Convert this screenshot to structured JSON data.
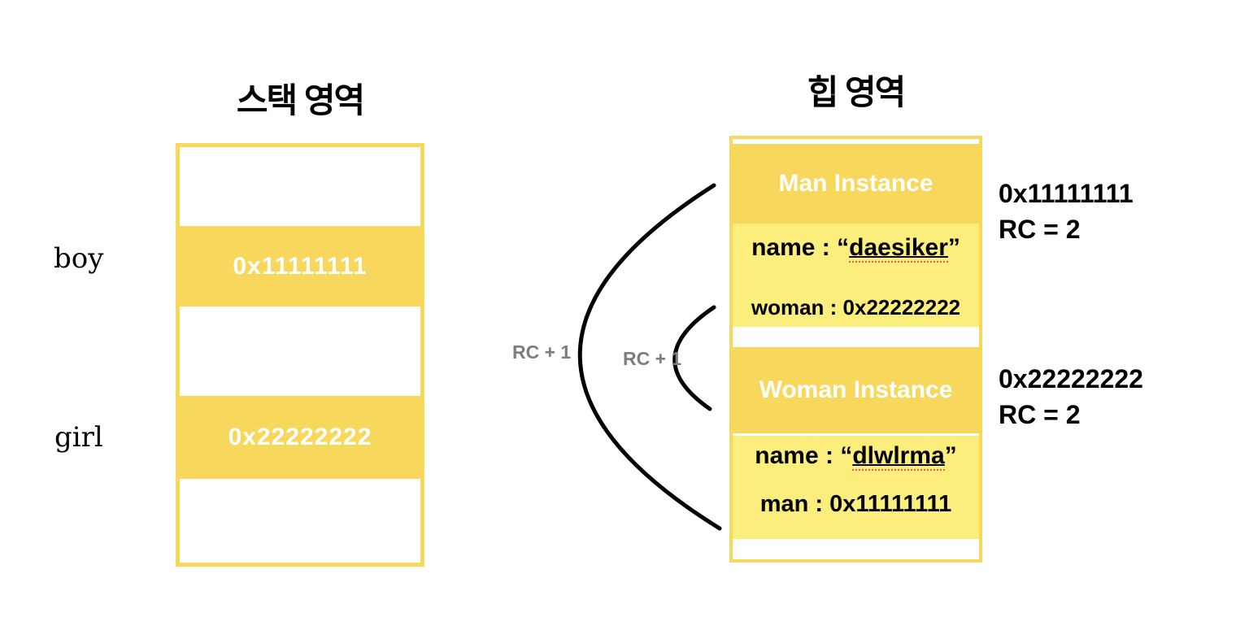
{
  "titles": {
    "stack": "스택 영역",
    "heap": "힙 영역"
  },
  "stack": {
    "variables": [
      {
        "label": "boy",
        "address": "0x11111111"
      },
      {
        "label": "girl",
        "address": "0x22222222"
      }
    ]
  },
  "heap": {
    "man": {
      "header": "Man Instance",
      "name_prefix": "name : “",
      "name_value": "daesiker",
      "name_suffix": "”",
      "ref_field": "woman : 0x22222222",
      "address": "0x11111111",
      "rc": "RC = 2"
    },
    "woman": {
      "header": "Woman Instance",
      "name_prefix": "name : “",
      "name_value": "dlwlrma",
      "name_suffix": "”",
      "ref_field": "man : 0x11111111",
      "address": "0x22222222",
      "rc": "RC = 2"
    }
  },
  "arrows": [
    {
      "label": "RC + 1"
    },
    {
      "label": "RC + 1"
    }
  ],
  "colors": {
    "band_yellow": "#f8d85c",
    "body_yellow": "#fbee7d",
    "border_yellow": "#f8d85c",
    "spellcheck_red": "#ff5147",
    "label_gray": "#7d7d7d",
    "arrow_black": "#000000"
  }
}
